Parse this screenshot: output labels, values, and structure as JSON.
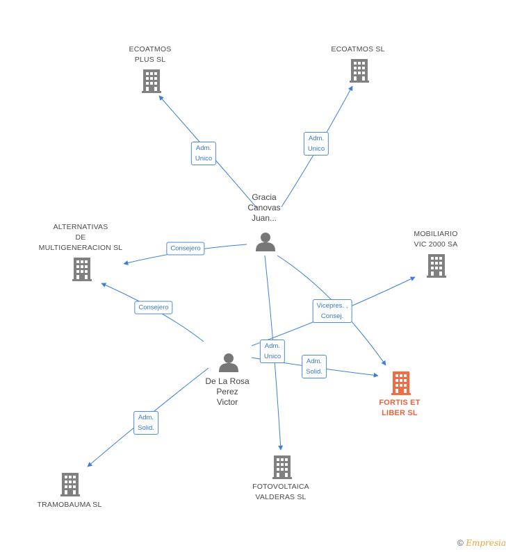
{
  "colors": {
    "edge": "#3d7fd6",
    "building": "#808080",
    "building_hl": "#f26b43",
    "person": "#777777"
  },
  "persons": {
    "gracia": {
      "lines": [
        "Gracia",
        "Canovas",
        "Juan..."
      ]
    },
    "delarosa": {
      "lines": [
        "De La Rosa",
        "Perez",
        "Victor"
      ]
    }
  },
  "companies": {
    "ecoatmos_plus": {
      "lines": [
        "ECOATMOS",
        "PLUS SL"
      ]
    },
    "ecoatmos": {
      "lines": [
        "ECOATMOS SL"
      ]
    },
    "alternativas": {
      "lines": [
        "ALTERNATIVAS",
        "DE",
        "MULTIGENERACION SL"
      ]
    },
    "mobiliario": {
      "lines": [
        "MOBILIARIO",
        "VIC 2000 SA"
      ]
    },
    "fortis": {
      "lines": [
        "FORTIS ET",
        "LIBER SL"
      ],
      "highlight": true
    },
    "fotovoltaica": {
      "lines": [
        "FOTOVOLTAICA",
        "VALDERAS SL"
      ]
    },
    "tramobauma": {
      "lines": [
        "TRAMOBAUMA SL"
      ]
    }
  },
  "relations": {
    "r1": {
      "lines": [
        "Adm.",
        "Unico"
      ]
    },
    "r2": {
      "lines": [
        "Adm.",
        "Unico"
      ]
    },
    "r3": {
      "lines": [
        "Consejero"
      ]
    },
    "r4": {
      "lines": [
        "Consejero"
      ]
    },
    "r5": {
      "lines": [
        "Vicepres. ,",
        "Consej."
      ]
    },
    "r6": {
      "lines": [
        "Adm.",
        "Unico"
      ]
    },
    "r7": {
      "lines": [
        "Adm.",
        "Solid."
      ]
    },
    "r8": {
      "lines": [
        "Adm.",
        "Solid."
      ]
    }
  },
  "footer": {
    "copyright": "©",
    "brand": "Empresia"
  }
}
